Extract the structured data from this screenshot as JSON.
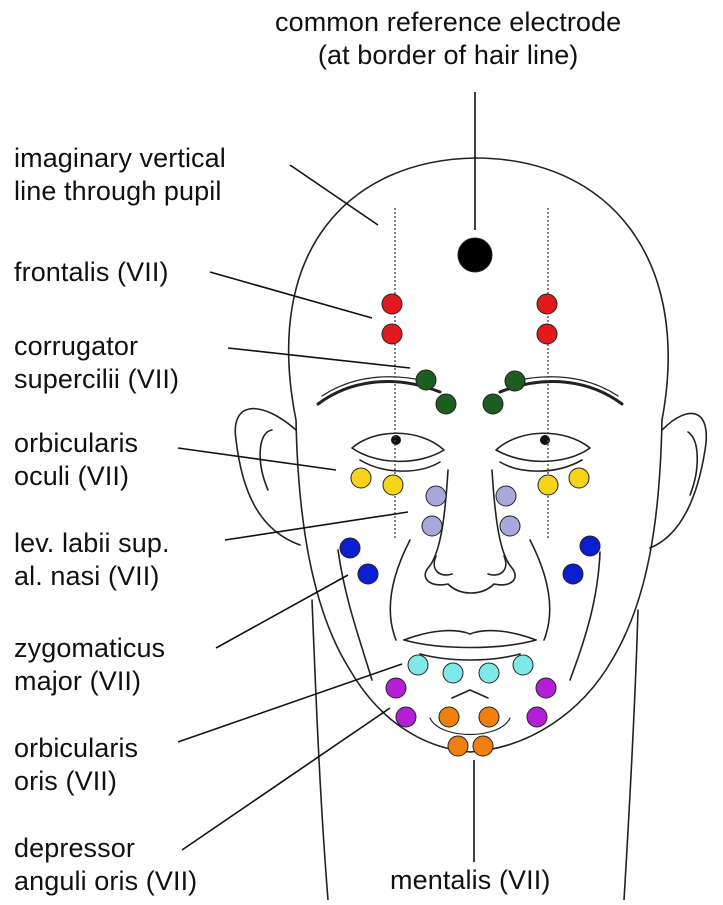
{
  "labels": {
    "reference": [
      "common reference electrode",
      "(at border of hair line)"
    ],
    "vertical": [
      "imaginary vertical",
      "line through pupil"
    ],
    "frontalis": [
      "frontalis (VII)"
    ],
    "corrugator": [
      "corrugator",
      "supercilii (VII)"
    ],
    "orbicularis_oculi": [
      "orbicularis",
      "oculi (VII)"
    ],
    "levator": [
      "lev. labii sup.",
      "al. nasi (VII)"
    ],
    "zygomaticus": [
      "zygomaticus",
      "major (VII)"
    ],
    "orbicularis_oris": [
      "orbicularis",
      "oris (VII)"
    ],
    "depressor": [
      "depressor",
      "anguli oris (VII)"
    ],
    "mentalis": [
      "mentalis (VII)"
    ]
  },
  "muscle_colors": {
    "reference": "#000000",
    "frontalis": "#e31a1c",
    "corrugator": "#1b5e20",
    "orbicularis_oculi": "#f5d419",
    "levator": "#a9a9d9",
    "zygomaticus": "#0a1fd0",
    "orbicularis_oris": "#7fe8e8",
    "depressor": "#b31fd6",
    "mentalis": "#f07f10"
  },
  "electrode_counts": {
    "reference": 1,
    "frontalis": 4,
    "corrugator": 4,
    "orbicularis_oculi": 4,
    "levator": 4,
    "zygomaticus": 4,
    "orbicularis_oris": 4,
    "depressor": 4,
    "mentalis": 4
  }
}
